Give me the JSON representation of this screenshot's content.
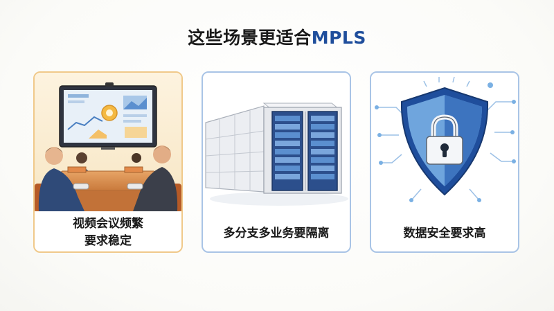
{
  "title": {
    "prefix": "这些场景更适合",
    "accent": "MPLS"
  },
  "cards": [
    {
      "icon": "video-conference-icon",
      "label_lines": [
        "视频会议频繁",
        "要求稳定"
      ]
    },
    {
      "icon": "server-rack-icon",
      "label_lines": [
        "多分支多业务要隔离"
      ]
    },
    {
      "icon": "security-shield-icon",
      "label_lines": [
        "数据安全要求高"
      ]
    }
  ],
  "colors": {
    "title_accent": "#1f4e9c",
    "card1_border": "#f0c98a",
    "card_blue_border": "#a9c4e6"
  }
}
